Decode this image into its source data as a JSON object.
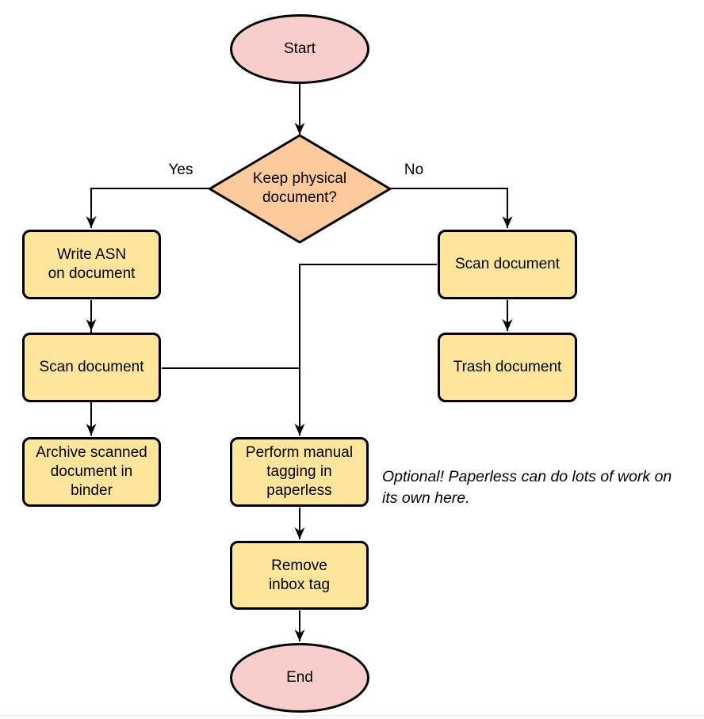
{
  "diagram": {
    "nodes": {
      "start": {
        "label": "Start"
      },
      "decision": {
        "label": "Keep physical\ndocument?"
      },
      "write_asn": {
        "label": "Write ASN\non document"
      },
      "scan_left": {
        "label": "Scan document"
      },
      "archive": {
        "label": "Archive scanned\ndocument in\nbinder"
      },
      "scan_right": {
        "label": "Scan document"
      },
      "trash": {
        "label": "Trash document"
      },
      "tagging": {
        "label": "Perform manual\ntagging in\npaperless"
      },
      "remove_inbox": {
        "label": "Remove\ninbox tag"
      },
      "end": {
        "label": "End"
      }
    },
    "edge_labels": {
      "yes": "Yes",
      "no": "No"
    },
    "annotation": "Optional! Paperless can do lots of work on\nits own here.",
    "colors": {
      "node-pink": "#F8CECC",
      "node-orange": "#FCCA9C",
      "node-yellow": "#FFE59C",
      "stroke": "#000000"
    }
  }
}
